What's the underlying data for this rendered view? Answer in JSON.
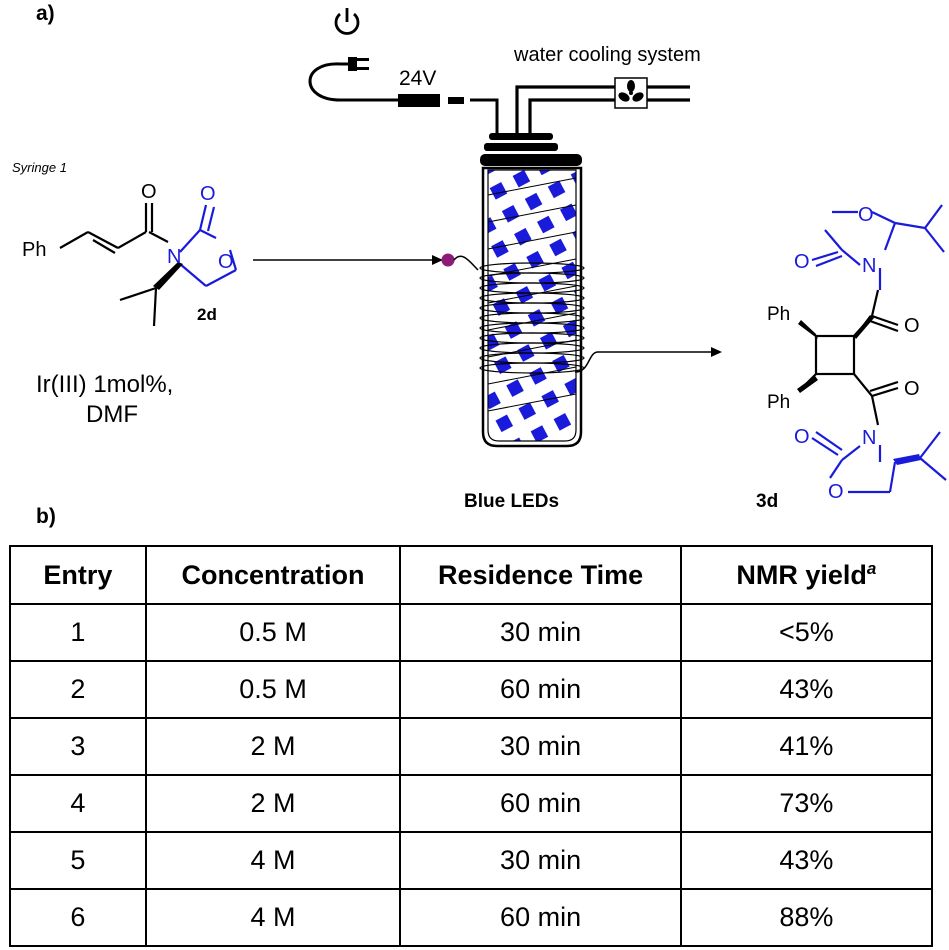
{
  "panel_a_label": "a)",
  "panel_b_label": "b)",
  "scheme": {
    "syringe_label": "Syringe 1",
    "substrate": {
      "ph_label": "Ph",
      "o1": "O",
      "o2": "O",
      "n": "N",
      "o3": "O",
      "compound_id": "2d"
    },
    "conditions_line1": "Ir(III) 1mol%,",
    "conditions_line2": "DMF",
    "voltage_label": "24V",
    "cooling_label": "water cooling system",
    "light_label": "Blue LEDs",
    "product": {
      "ph1": "Ph",
      "ph2": "Ph",
      "n1": "N",
      "n2": "N",
      "o": [
        "O",
        "O",
        "O",
        "O",
        "O",
        "O"
      ],
      "compound_id": "3d"
    },
    "colors": {
      "blue": "#1a1adb",
      "purple": "#8b1a7a"
    }
  },
  "table": {
    "headers": [
      "Entry",
      "Concentration",
      "Residence Time",
      "NMR yield"
    ],
    "header_footnote": "a",
    "rows": [
      [
        "1",
        "0.5 M",
        "30 min",
        "<5%"
      ],
      [
        "2",
        "0.5 M",
        "60 min",
        "43%"
      ],
      [
        "3",
        "2 M",
        "30 min",
        "41%"
      ],
      [
        "4",
        "2 M",
        "60 min",
        "73%"
      ],
      [
        "5",
        "4 M",
        "30 min",
        "43%"
      ],
      [
        "6",
        "4 M",
        "60 min",
        "88%"
      ]
    ]
  }
}
